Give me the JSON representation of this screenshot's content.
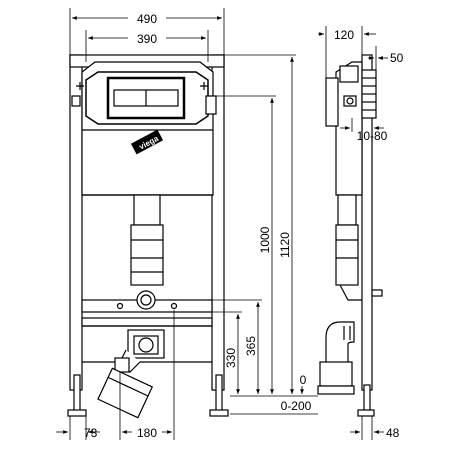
{
  "brand": "viega",
  "colors": {
    "line": "#000000",
    "background": "#ffffff"
  },
  "dimensions": {
    "overall_width": "490",
    "inner_width": "390",
    "depth_top": "120",
    "flush_offset": "50",
    "adjust_range": "10-80",
    "height_1000": "1000",
    "height_1120": "1120",
    "height_365": "365",
    "height_330": "330",
    "floor_zero": "0",
    "floor_range": "0-200",
    "foot_73": "73",
    "foot_180": "180",
    "side_48": "48"
  }
}
